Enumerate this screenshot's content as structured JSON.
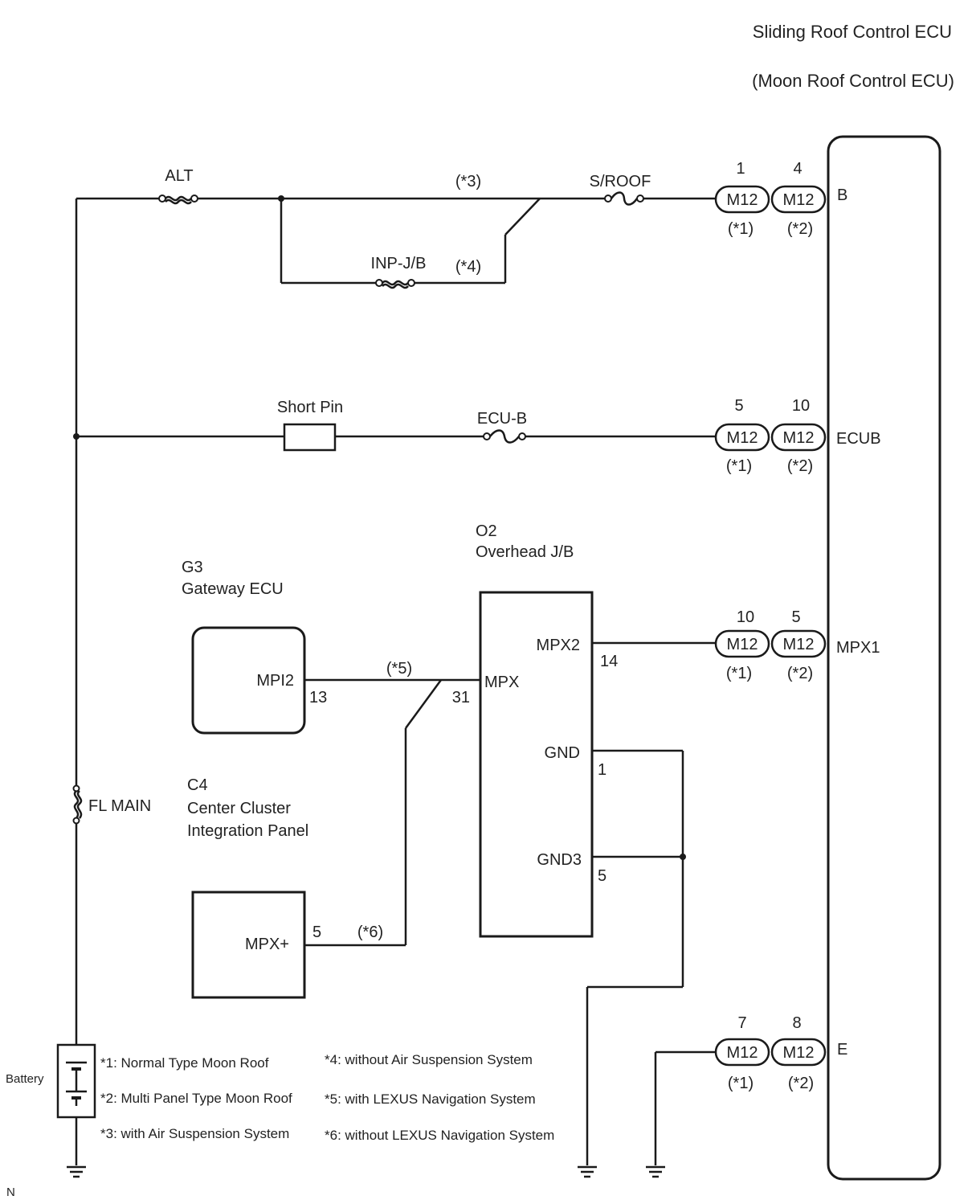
{
  "ecu": {
    "title": "Sliding Roof Control ECU",
    "subtitle": "(Moon Roof Control ECU)"
  },
  "terminals": {
    "b": "B",
    "ecub": "ECUB",
    "mpx1": "MPX1",
    "e": "E"
  },
  "connector_name": "M12",
  "variant_labels": {
    "v1": "(*1)",
    "v2": "(*2)"
  },
  "pins": {
    "b": [
      "1",
      "4"
    ],
    "ecub": [
      "5",
      "10"
    ],
    "mpx1": [
      "10",
      "5"
    ],
    "e": [
      "7",
      "8"
    ]
  },
  "fuses": {
    "alt": "ALT",
    "sroof": "S/ROOF",
    "inpjb": "INP-J/B",
    "ecub": "ECU-B",
    "flmain": "FL MAIN"
  },
  "short_pin": "Short Pin",
  "battery": "Battery",
  "conditions": {
    "c3": "(*3)",
    "c4": "(*4)",
    "c5": "(*5)",
    "c6": "(*6)"
  },
  "gateway": {
    "code": "G3",
    "name": "Gateway ECU",
    "terminal": "MPI2",
    "pin": "13"
  },
  "overhead_jb": {
    "code": "O2",
    "name": "Overhead J/B",
    "mpx2": "MPX2",
    "mpx2_pin": "14",
    "mpx": "MPX",
    "mpx_pin": "31",
    "gnd": "GND",
    "gnd_pin": "1",
    "gnd3": "GND3",
    "gnd3_pin": "5"
  },
  "cluster": {
    "code": "C4",
    "name1": "Center Cluster",
    "name2": "Integration Panel",
    "terminal": "MPX+",
    "pin": "5"
  },
  "notes": {
    "n1": "*1: Normal Type Moon Roof",
    "n2": "*2: Multi Panel Type Moon Roof",
    "n3": "*3: with Air Suspension System",
    "n4": "*4: without Air Suspension System",
    "n5": "*5: with LEXUS Navigation System",
    "n6": "*6: without LEXUS Navigation System"
  },
  "corner_mark": "N"
}
